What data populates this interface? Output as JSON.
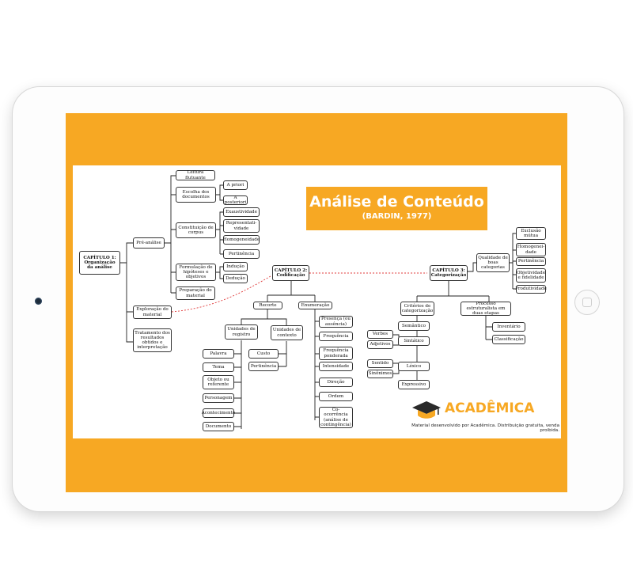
{
  "title": {
    "main": "Análise de Conteúdo",
    "sub": "(BARDIN, 1977)"
  },
  "logo": {
    "name": "ACADÊMICA"
  },
  "credit": "Material desenvolvido por Acadêmica. Distribuição gratuita, venda proibida.",
  "colors": {
    "accent": "#f7a823",
    "link": "#222222",
    "dotted_link": "#e03a3a"
  },
  "nodes": {
    "cap1": "CAPÍTULO 1: Organização da análise",
    "pre_analise": "Pré-análise",
    "leitura": "Leitura flutuante",
    "escolha": "Escolha dos documentos",
    "a_priori": "A priori",
    "a_posteriori": "A posteriori",
    "constituicao": "Constituição de corpus",
    "exaustividade": "Exaustividade",
    "representatividade": "Representati-vidade",
    "homogeneidade": "Homogeneidade",
    "pertinencia1": "Pertinência",
    "formulacao": "Formulação de hipóteses e objetivos",
    "inducao": "Indução",
    "deducao": "Dedução",
    "preparacao": "Preparação do material",
    "exploracao": "Exploração do material",
    "tratamento": "Tratamento dos resultados obtidos e interpretação",
    "cap2": "CAPÍTULO 2: Codificação",
    "recorte": "Recorte",
    "enumeracao": "Enumeração",
    "unidades_registro": "Unidades de registro",
    "unidades_contexto": "Unidades de contexto",
    "custo": "Custo",
    "pertinencia2": "Pertinência",
    "palavra": "Palavra",
    "tema": "Tema",
    "objeto": "Objeto ou referente",
    "personagem": "Personagem",
    "acontecimento": "Acontecimento",
    "documento": "Documento",
    "presenca": "Presença (ou ausência)",
    "frequencia": "Frequência",
    "frequencia_ponderada": "Frequência ponderada",
    "intensidade": "Intensidade",
    "direcao": "Direção",
    "ordem": "Ordem",
    "coocorrencia": "Co-ocorrência (análise de contingência)",
    "cap3": "CAPÍTULO 3: Categorização",
    "qualidade": "Qualidade de boas categorias",
    "exclusao": "Exclusão mútua",
    "homogeneidade2": "Homogenei-dade",
    "pertinencia3": "Pertinência",
    "objetividade": "Objetividade e fidelidade",
    "produtividade": "Produtividade",
    "criterios": "Critérios de categorização",
    "processo": "Processo estruturalista em duas etapas",
    "semantico": "Semântico",
    "sintatico": "Sintático",
    "verbos": "Verbos",
    "adjetivos": "Adjetivos",
    "lexico": "Léxico",
    "sentido": "Sentido",
    "sinonimos": "Sinônimos",
    "expressivo": "Expressivo",
    "inventario": "Inventário",
    "classificacao": "Classificação"
  }
}
